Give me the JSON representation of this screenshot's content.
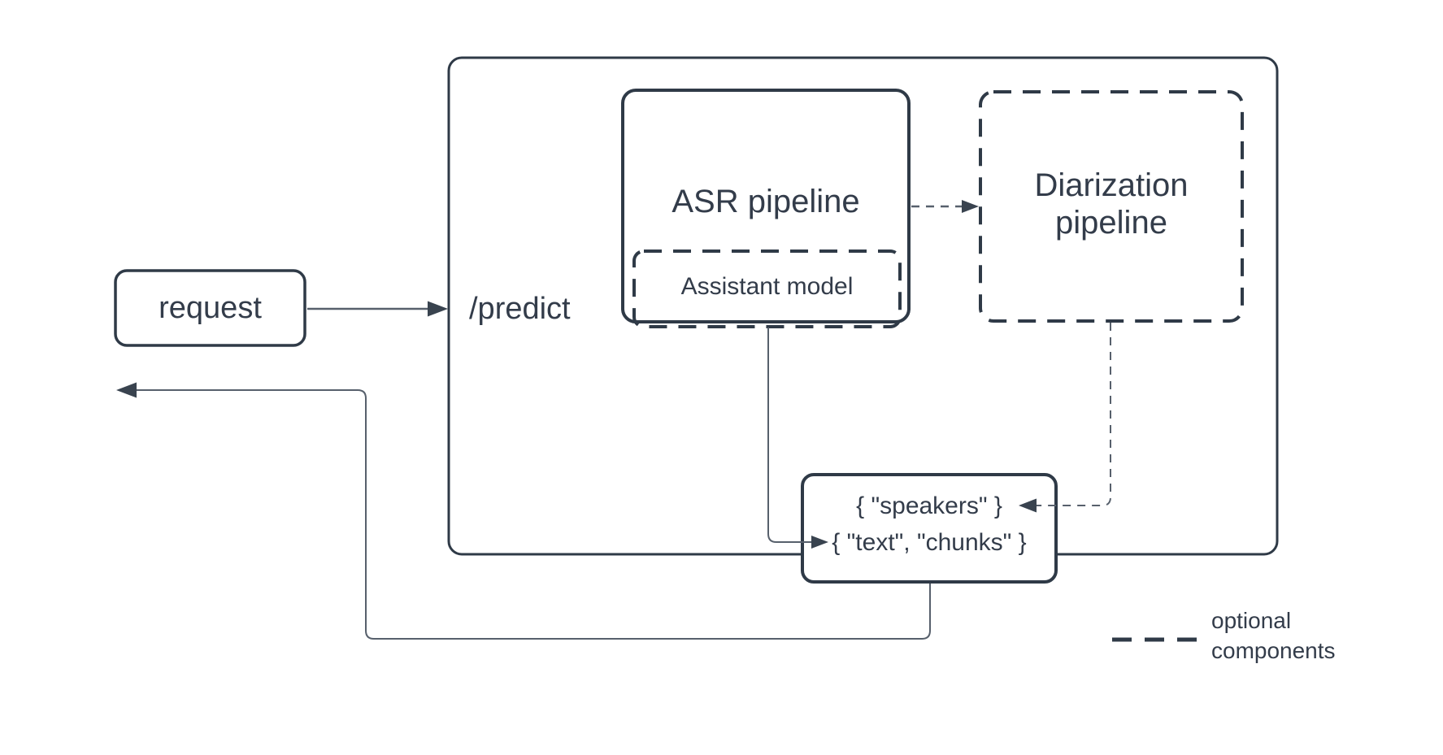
{
  "colors": {
    "stroke": "#2F3A47",
    "connector": "#57606C",
    "arrowhead": "#39434F",
    "background": "#FFFFFF",
    "text": "#333C4A"
  },
  "nodes": {
    "request": {
      "label": "request"
    },
    "predict_endpoint": {
      "label": "/predict"
    },
    "asr_pipeline": {
      "label": "ASR pipeline"
    },
    "assistant_model": {
      "label": "Assistant model"
    },
    "diarization_pipeline": {
      "label_line1": "Diarization",
      "label_line2": "pipeline"
    },
    "response_payload": {
      "line1": "{ \"speakers\" }",
      "line2": "{ \"text\", \"chunks\" }"
    }
  },
  "legend": {
    "line1": "optional",
    "line2": "components"
  }
}
